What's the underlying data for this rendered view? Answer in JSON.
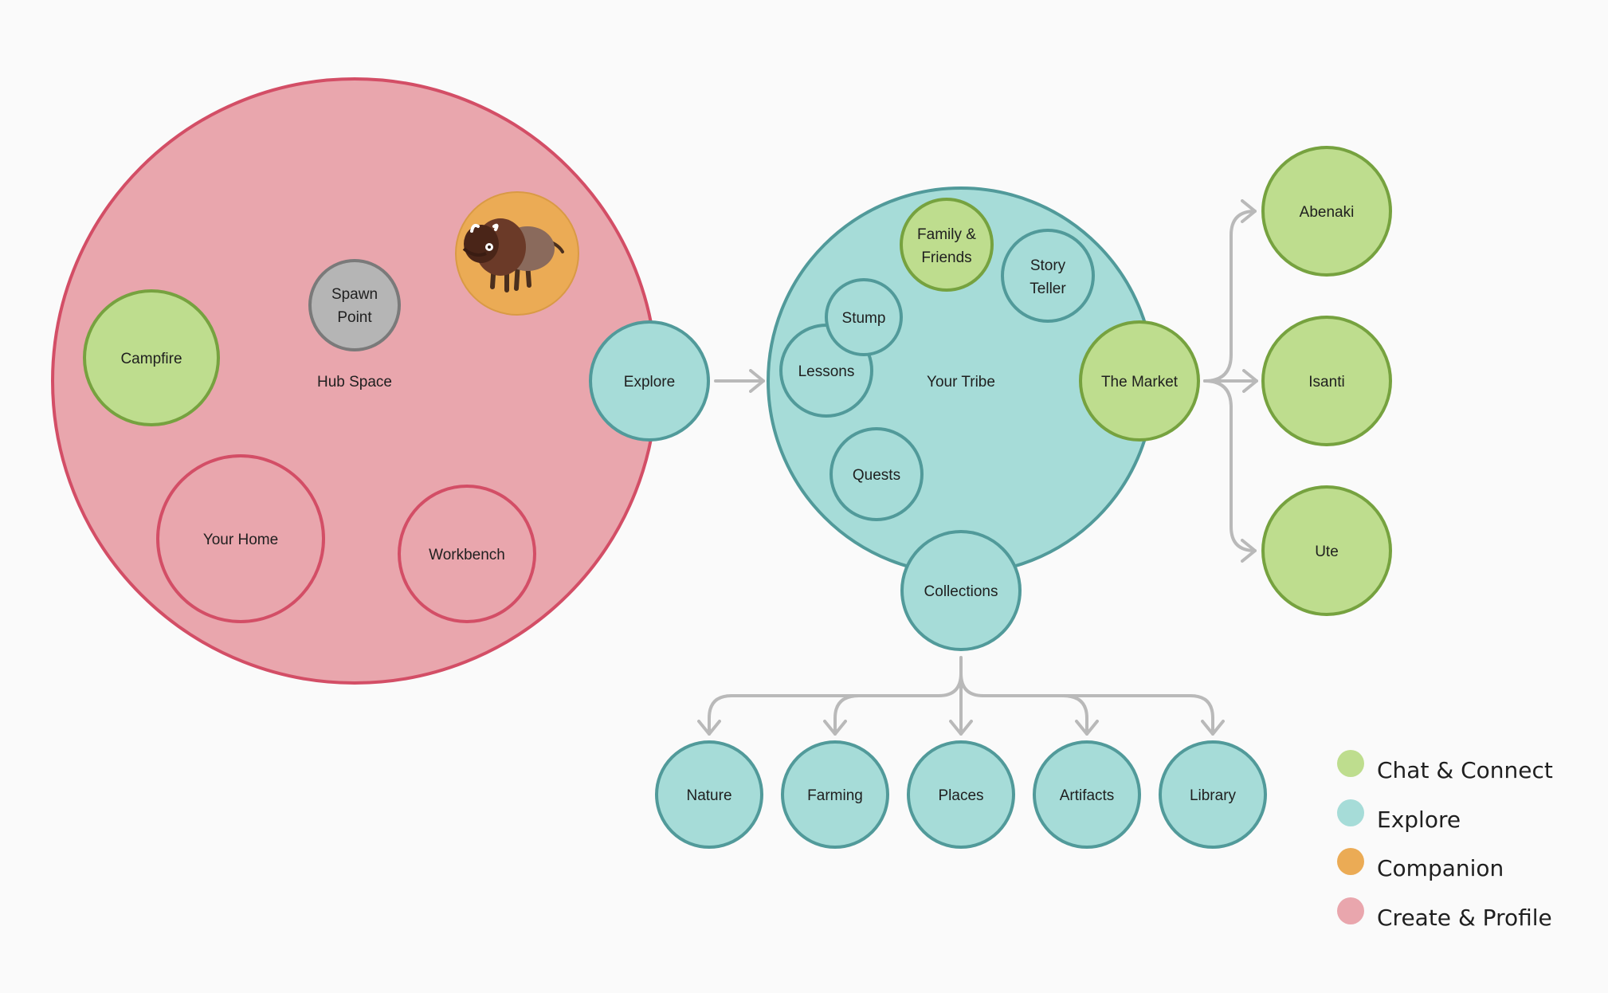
{
  "colors": {
    "background": "#fafafa",
    "chat_fill": "#bedd8e",
    "chat_stroke": "#76a23f",
    "explore_fill": "#a6dcd8",
    "explore_stroke": "#519a9a",
    "companion_fill": "#ebab55",
    "companion_stroke": "#d99a45",
    "create_fill": "#e9a6ad",
    "create_stroke": "#d34e66",
    "spawn_fill": "#b5b5b5",
    "spawn_stroke": "#7a7a7a",
    "arrow": "#b9b9b9"
  },
  "hub": {
    "label": "Hub Space",
    "campfire": "Campfire",
    "spawn_point": [
      "Spawn",
      "Point"
    ],
    "your_home": "Your Home",
    "workbench": "Workbench",
    "companion_icon": "bison-icon"
  },
  "explore_node": "Explore",
  "tribe": {
    "label": "Your Tribe",
    "family_friends": [
      "Family &",
      "Friends"
    ],
    "story_teller": [
      "Story",
      "Teller"
    ],
    "stump": "Stump",
    "lessons": "Lessons",
    "quests": "Quests",
    "the_market": "The Market",
    "collections": "Collections"
  },
  "market_branches": [
    "Abenaki",
    "Isanti",
    "Ute"
  ],
  "collection_branches": [
    "Nature",
    "Farming",
    "Places",
    "Artifacts",
    "Library"
  ],
  "legend": [
    {
      "label": "Chat & Connect",
      "color": "#bedd8e"
    },
    {
      "label": "Explore",
      "color": "#a6dcd8"
    },
    {
      "label": "Companion",
      "color": "#ebab55"
    },
    {
      "label": "Create & Profile",
      "color": "#e9a6ad"
    }
  ]
}
